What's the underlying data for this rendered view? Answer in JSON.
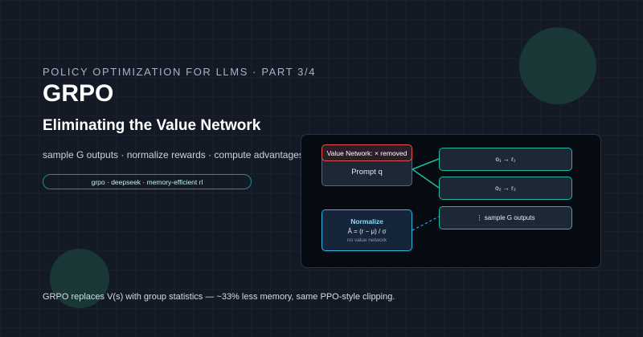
{
  "header": {
    "eyebrow": "POLICY OPTIMIZATION FOR LLMS · PART 3/4",
    "title": "GRPO",
    "subtitle": "Eliminating the Value Network",
    "tagline": "sample G outputs · normalize rewards · compute advantages",
    "tags": "grpo · deepseek · memory-efficient rl"
  },
  "diagram": {
    "value_network_badge": "Value Network: × removed",
    "prompt_node": "Prompt q",
    "outputs": [
      "o₁ → r₁",
      "o₂ → r₂",
      "⋮ sample G outputs"
    ],
    "normalize": {
      "title": "Normalize",
      "formula": "Â = (r − μ) / σ",
      "note": "no value network"
    }
  },
  "footer": "GRPO replaces V(s) with group statistics — ~33% less memory, same PPO-style clipping.",
  "colors": {
    "background": "#131a26",
    "accent_teal": "#1fb8a0",
    "accent_blue": "#30b7e6",
    "removed_red": "#e5534b"
  }
}
